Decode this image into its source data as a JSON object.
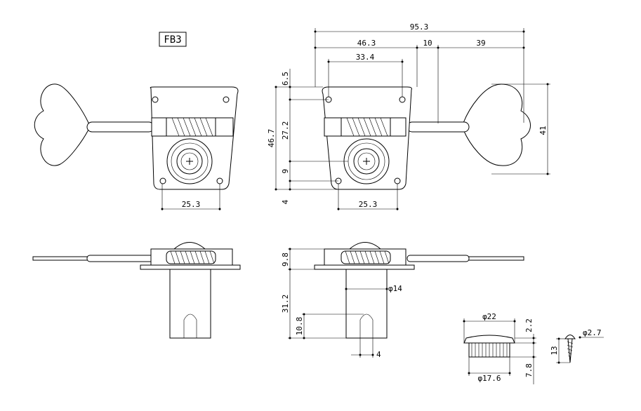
{
  "title": "FB3",
  "top_view_right": {
    "overall_length": "95.3",
    "plate_to_post": "46.3",
    "post_gap": "10",
    "knob_length": "39",
    "hole_spacing": "33.4",
    "top_offset": "6.5",
    "plate_height": "46.7",
    "hole_to_bottom": "27.2",
    "post_to_hole": "9",
    "bottom_offset": "4",
    "knob_width": "41",
    "bottom_hole_spacing": "25.3"
  },
  "top_view_left": {
    "bottom_hole_spacing": "25.3"
  },
  "side_view": {
    "gear_height": "9.8",
    "post_length": "31.2",
    "slot_depth": "10.8",
    "post_diameter": "φ14",
    "slot_width": "4"
  },
  "bushing": {
    "top_diameter": "φ22",
    "flange_height": "2.2",
    "bottom_diameter": "φ17.6",
    "height": "7.8"
  },
  "screw": {
    "diameter": "φ2.7",
    "length": "13"
  }
}
